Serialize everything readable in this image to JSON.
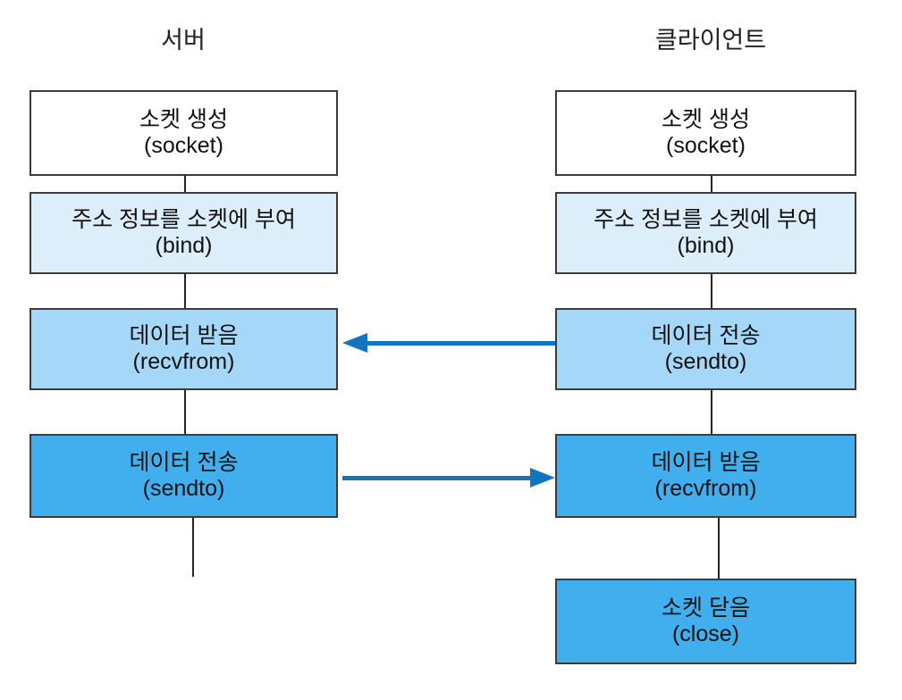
{
  "diagram": {
    "title_server": "서버",
    "title_client": "클라이언트",
    "colors": {
      "box_white": "#ffffff",
      "box_pale_blue": "#ddeefb",
      "box_light_blue": "#a5d8f8",
      "box_mid_blue": "#41aeee",
      "border": "#3b3b3b",
      "connector": "#262626",
      "arrow": "#1274bc"
    },
    "server_nodes": [
      {
        "ko": "소켓 생성",
        "fn": "(socket)",
        "fill": "fill-white"
      },
      {
        "ko": "주소 정보를 소켓에 부여",
        "fn": "(bind)",
        "fill": "fill-pale"
      },
      {
        "ko": "데이터 받음",
        "fn": "(recvfrom)",
        "fill": "fill-light"
      },
      {
        "ko": "데이터 전송",
        "fn": "(sendto)",
        "fill": "fill-mid"
      }
    ],
    "client_nodes": [
      {
        "ko": "소켓 생성",
        "fn": "(socket)",
        "fill": "fill-white"
      },
      {
        "ko": "주소 정보를 소켓에 부여",
        "fn": "(bind)",
        "fill": "fill-pale"
      },
      {
        "ko": "데이터 전송",
        "fn": "(sendto)",
        "fill": "fill-light"
      },
      {
        "ko": "데이터 받음",
        "fn": "(recvfrom)",
        "fill": "fill-mid"
      },
      {
        "ko": "소켓 닫음",
        "fn": "(close)",
        "fill": "fill-mid"
      }
    ],
    "arrows": [
      {
        "name": "client-sendto-to-server-recvfrom",
        "direction": "to-left"
      },
      {
        "name": "server-sendto-to-client-recvfrom",
        "direction": "to-right"
      }
    ]
  }
}
